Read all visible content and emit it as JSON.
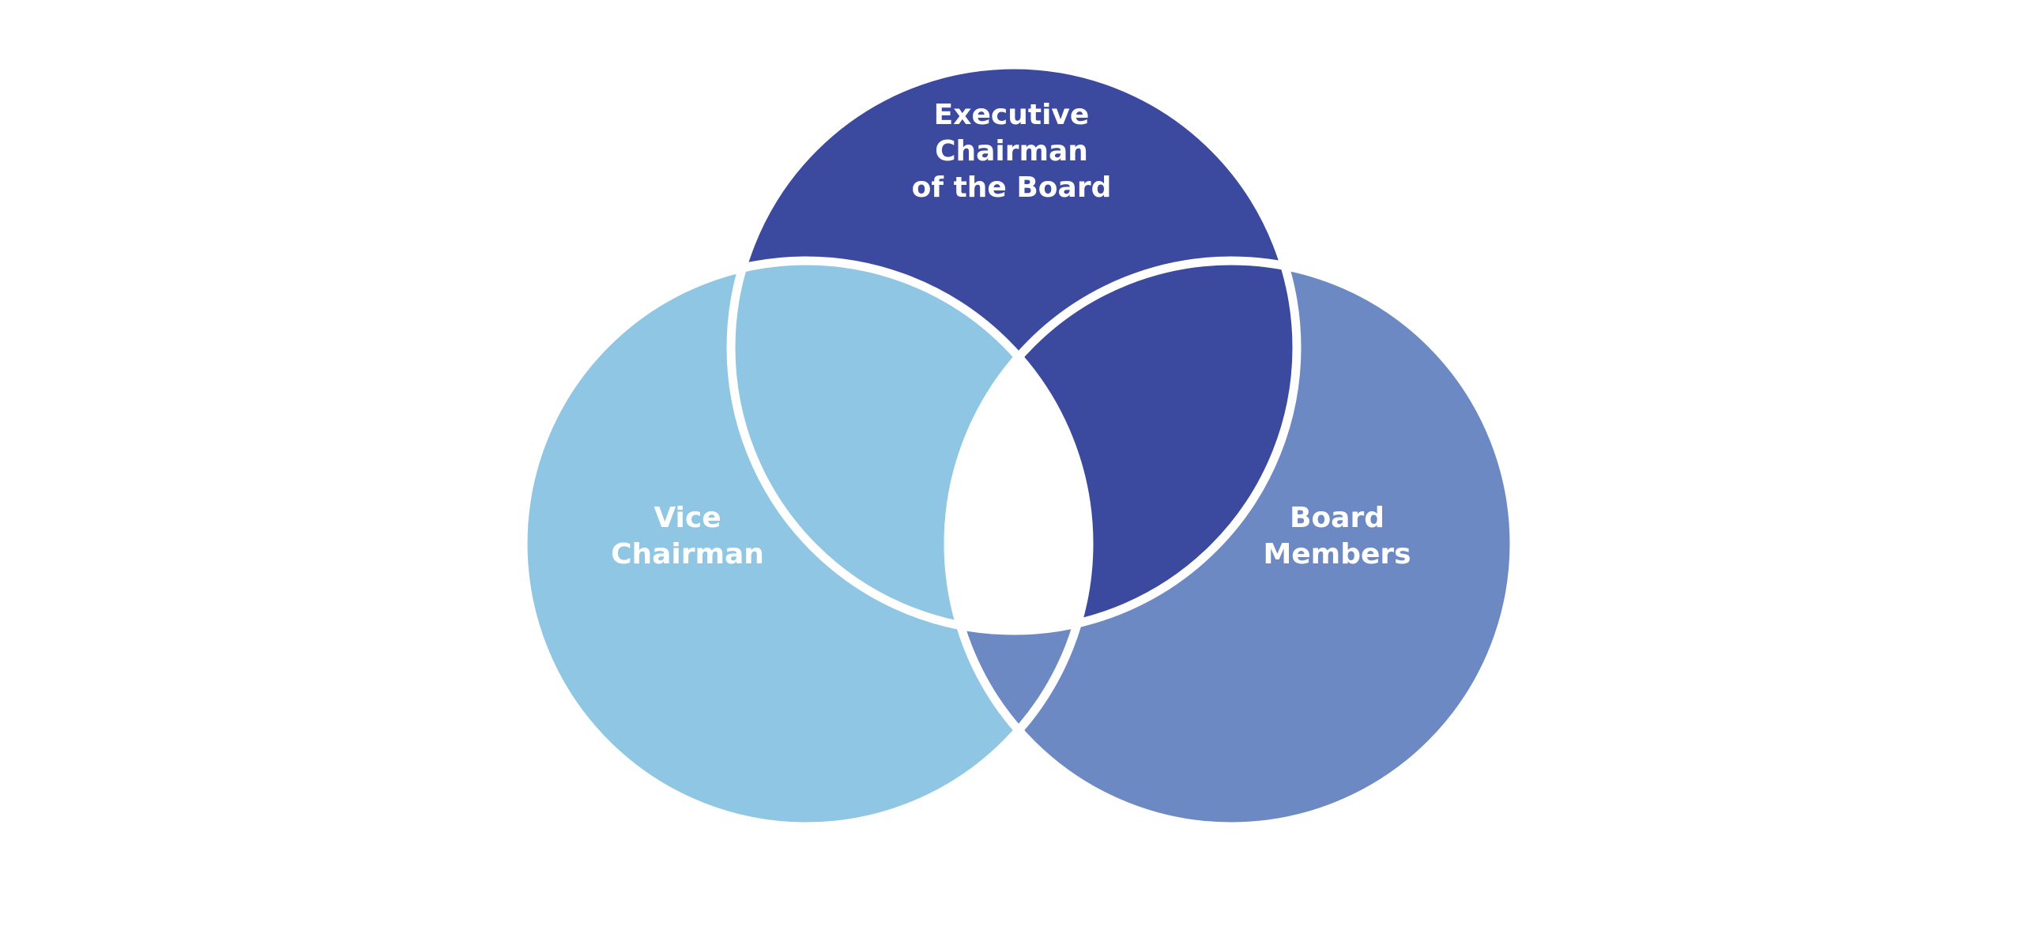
{
  "diagram": {
    "type": "venn",
    "sets": [
      {
        "id": "top",
        "lines": [
          "Executive",
          "Chairman",
          "of the Board"
        ],
        "color": "#3b4a9e"
      },
      {
        "id": "left",
        "lines": [
          "Vice",
          "Chairman"
        ],
        "color": "#8ec6e3"
      },
      {
        "id": "right",
        "lines": [
          "Board",
          "Members"
        ],
        "color": "#6c89c3"
      }
    ],
    "center_color": "#ffffff",
    "outline_color": "#ffffff"
  }
}
